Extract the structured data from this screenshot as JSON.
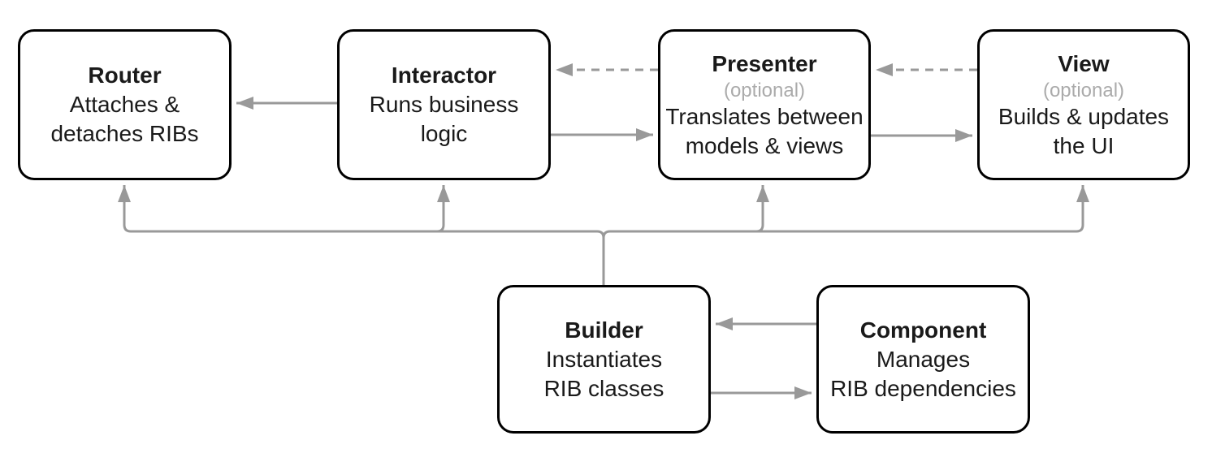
{
  "colors": {
    "bg": "#ffffff",
    "border": "#000000",
    "text": "#1a1a1a",
    "edge": "#999999",
    "muted": "#ababab"
  },
  "nodes": {
    "router": {
      "title": "Router",
      "desc": "Attaches &\ndetaches RIBs"
    },
    "interactor": {
      "title": "Interactor",
      "desc": "Runs business\nlogic"
    },
    "presenter": {
      "title": "Presenter",
      "note": "(optional)",
      "desc": "Translates between\nmodels & views"
    },
    "view": {
      "title": "View",
      "note": "(optional)",
      "desc": "Builds & updates\nthe UI"
    },
    "builder": {
      "title": "Builder",
      "desc": "Instantiates\nRIB classes"
    },
    "component": {
      "title": "Component",
      "desc": "Manages\nRIB dependencies"
    }
  },
  "edges": [
    {
      "from": "interactor",
      "to": "router",
      "style": "solid"
    },
    {
      "from": "presenter",
      "to": "interactor",
      "style": "dashed"
    },
    {
      "from": "interactor",
      "to": "presenter",
      "style": "solid"
    },
    {
      "from": "view",
      "to": "presenter",
      "style": "dashed"
    },
    {
      "from": "presenter",
      "to": "view",
      "style": "solid"
    },
    {
      "from": "component",
      "to": "builder",
      "style": "solid"
    },
    {
      "from": "builder",
      "to": "component",
      "style": "solid"
    },
    {
      "from": "builder",
      "to": "router",
      "style": "solid"
    },
    {
      "from": "builder",
      "to": "interactor",
      "style": "solid"
    },
    {
      "from": "builder",
      "to": "presenter",
      "style": "solid"
    },
    {
      "from": "builder",
      "to": "view",
      "style": "solid"
    }
  ]
}
